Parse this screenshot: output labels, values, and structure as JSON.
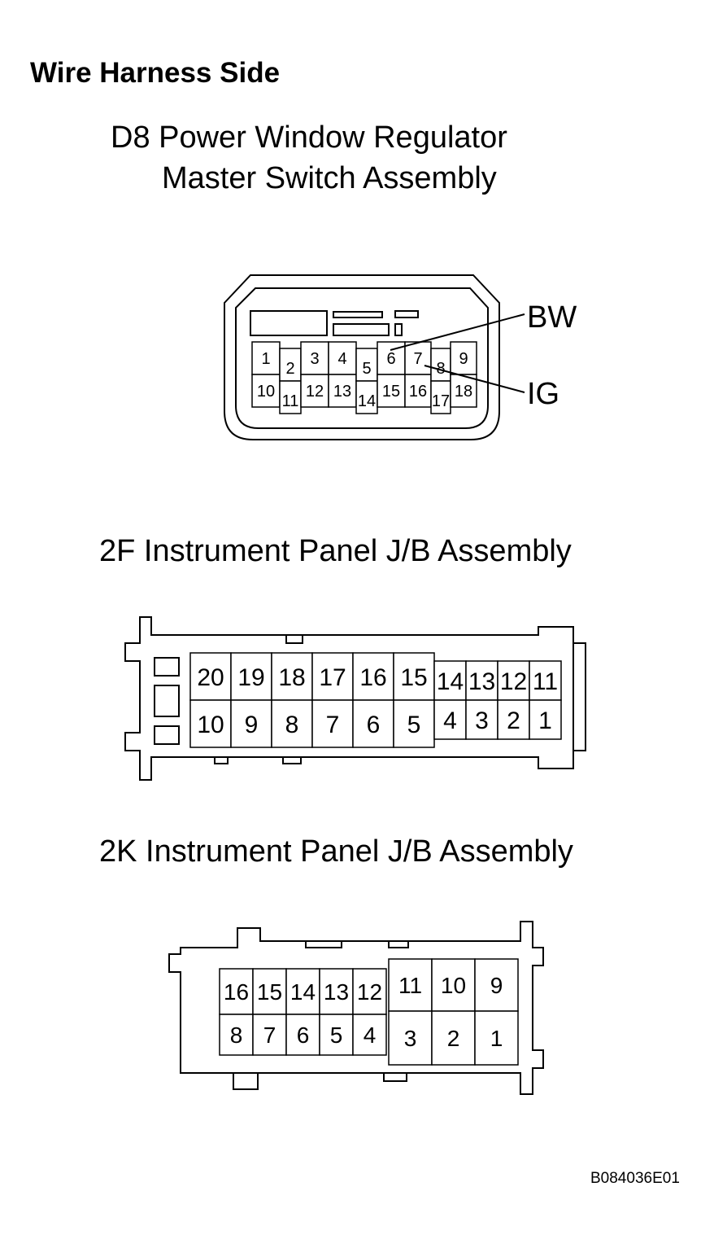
{
  "page_title": "Wire Harness Side",
  "figure_code": "B084036E01",
  "connectors": {
    "d8": {
      "title_line1": "D8 Power Window Regulator",
      "title_line2": "Master Switch Assembly",
      "callouts": [
        "BW",
        "IG"
      ],
      "pins_top": [
        "1",
        "2",
        "3",
        "4",
        "5",
        "6",
        "7",
        "8",
        "9"
      ],
      "pins_bottom": [
        "10",
        "11",
        "12",
        "13",
        "14",
        "15",
        "16",
        "17",
        "18"
      ]
    },
    "f2": {
      "title": "2F Instrument Panel J/B Assembly",
      "pins_top": [
        "20",
        "19",
        "18",
        "17",
        "16",
        "15",
        "14",
        "13",
        "12",
        "11"
      ],
      "pins_bottom": [
        "10",
        "9",
        "8",
        "7",
        "6",
        "5",
        "4",
        "3",
        "2",
        "1"
      ]
    },
    "k2": {
      "title": "2K Instrument Panel J/B Assembly",
      "pins_top": [
        "16",
        "15",
        "14",
        "13",
        "12",
        "11",
        "10",
        "9"
      ],
      "pins_bottom": [
        "8",
        "7",
        "6",
        "5",
        "4",
        "3",
        "2",
        "1"
      ]
    }
  }
}
